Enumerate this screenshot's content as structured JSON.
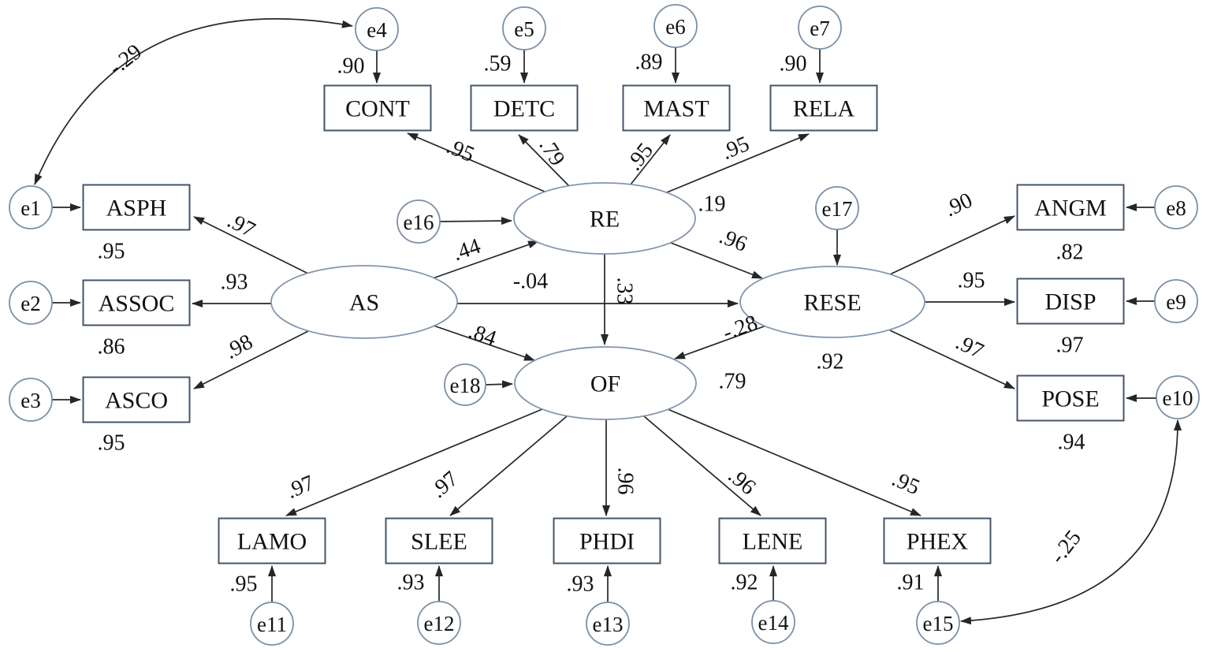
{
  "colors": {
    "box_border": "#44546a",
    "circle_border": "#7b8fa7",
    "ellipse_border": "#8496ae",
    "line": "#262626",
    "text": "#111111"
  },
  "nodes": {
    "latent": {
      "as": {
        "label": "AS"
      },
      "re": {
        "label": "RE",
        "r2": ".19"
      },
      "rese": {
        "label": "RESE",
        "r2": ".92"
      },
      "of": {
        "label": "OF",
        "r2": ".79"
      }
    },
    "observed": {
      "asph": {
        "label": "ASPH",
        "r2": ".95"
      },
      "assoc": {
        "label": "ASSOC",
        "r2": ".86"
      },
      "asco": {
        "label": "ASCO",
        "r2": ".95"
      },
      "cont": {
        "label": "CONT",
        "r2": ".90"
      },
      "detc": {
        "label": "DETC",
        "r2": ".59"
      },
      "mast": {
        "label": "MAST",
        "r2": ".89"
      },
      "rela": {
        "label": "RELA",
        "r2": ".90"
      },
      "angm": {
        "label": "ANGM",
        "r2": ".82"
      },
      "disp": {
        "label": "DISP",
        "r2": ".97"
      },
      "pose": {
        "label": "POSE",
        "r2": ".94"
      },
      "lamo": {
        "label": "LAMO",
        "r2": ".95"
      },
      "slee": {
        "label": "SLEE",
        "r2": ".93"
      },
      "phdi": {
        "label": "PHDI",
        "r2": ".93"
      },
      "lene": {
        "label": "LENE",
        "r2": ".92"
      },
      "phex": {
        "label": "PHEX",
        "r2": ".91"
      }
    },
    "errors": {
      "e1": "e1",
      "e2": "e2",
      "e3": "e3",
      "e4": "e4",
      "e5": "e5",
      "e6": "e6",
      "e7": "e7",
      "e8": "e8",
      "e9": "e9",
      "e10": "e10",
      "e11": "e11",
      "e12": "e12",
      "e13": "e13",
      "e14": "e14",
      "e15": "e15",
      "e16": "e16",
      "e17": "e17",
      "e18": "e18"
    }
  },
  "coefficients": {
    "loadings": {
      "re_cont": ".95",
      "re_detc": ".79",
      "re_mast": ".95",
      "re_rela": ".95",
      "as_asph": ".97",
      "as_assoc": ".93",
      "as_asco": ".98",
      "rese_angm": ".90",
      "rese_disp": ".95",
      "rese_pose": ".97",
      "of_lamo": ".97",
      "of_slee": ".97",
      "of_phdi": ".96",
      "of_lene": ".96",
      "of_phex": ".95"
    },
    "structural": {
      "as_re": ".44",
      "as_rese": "-.04",
      "as_of": ".84",
      "re_of": ".33",
      "re_rese": ".96",
      "rese_of": "-.28"
    },
    "covariances": {
      "e1_e4": "-.29",
      "e15_e10": "-.25"
    }
  }
}
